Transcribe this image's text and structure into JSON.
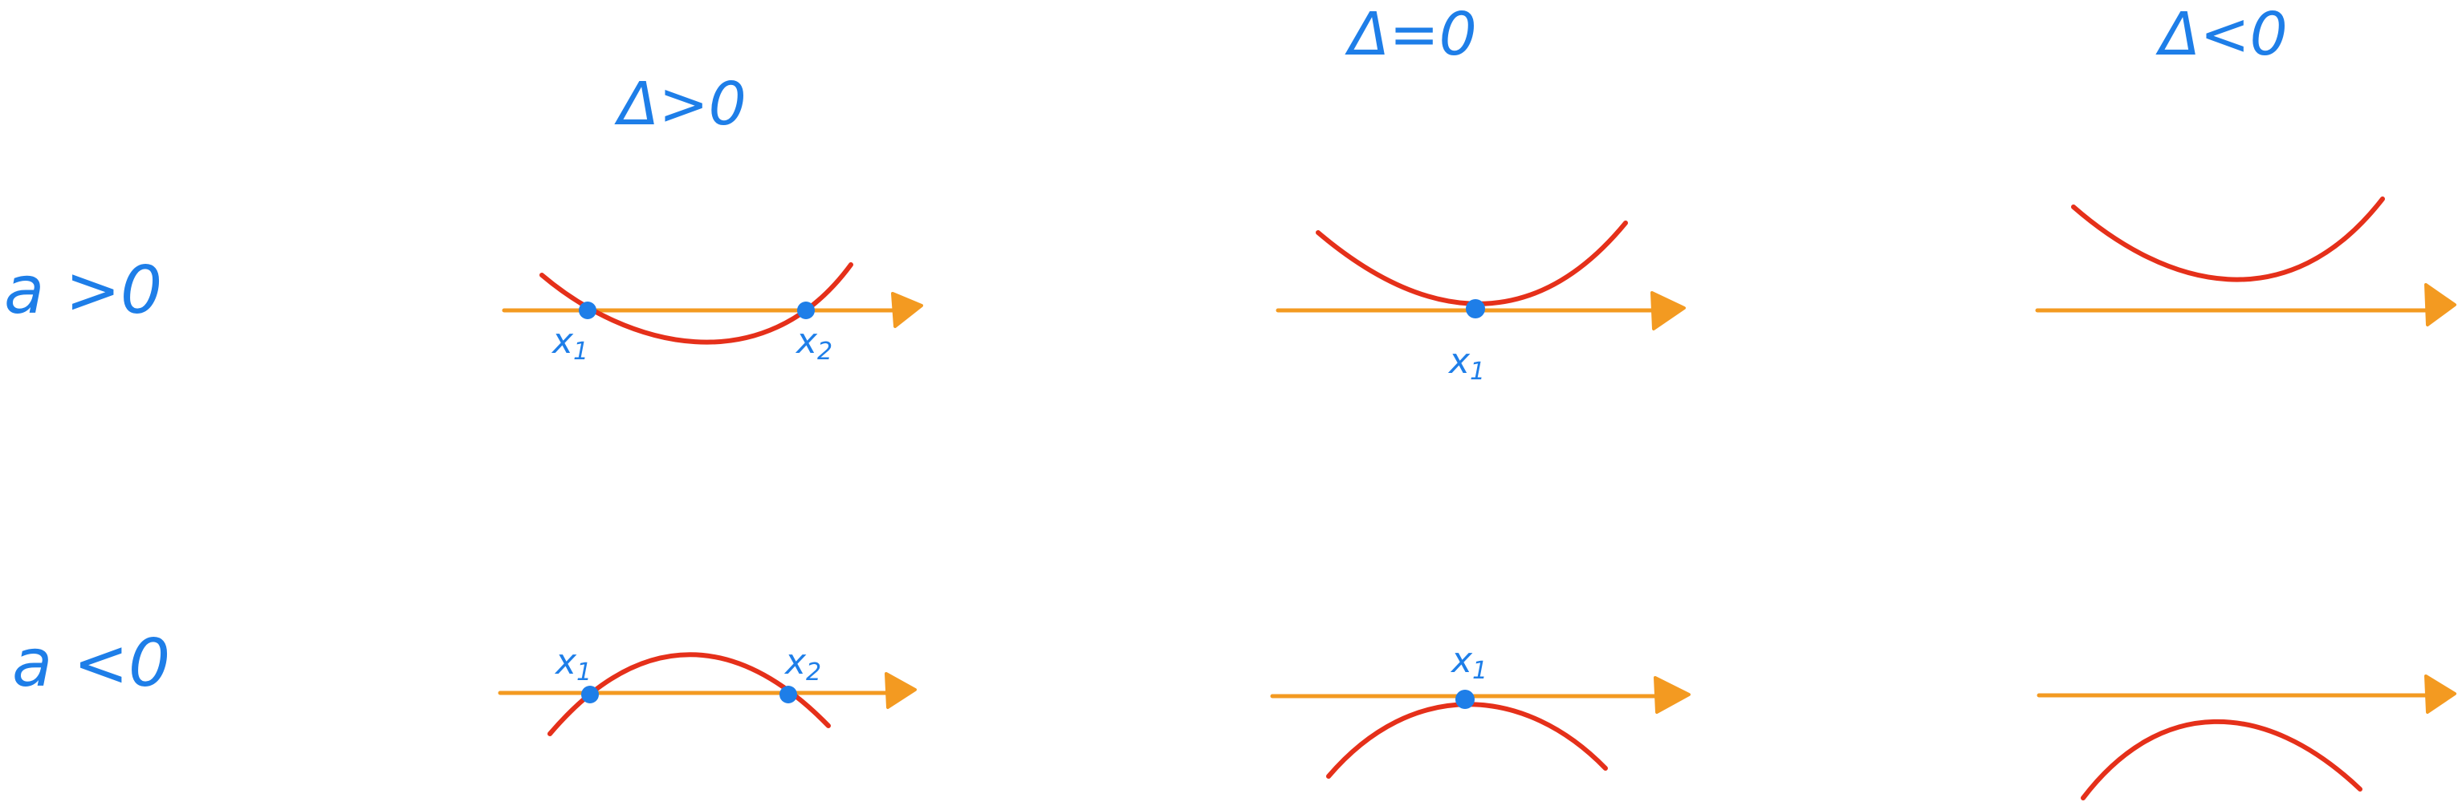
{
  "headers": {
    "delta_pos": "Δ>0",
    "delta_zero": "Δ=0",
    "delta_neg": "Δ<0"
  },
  "rows": {
    "a_pos": "a >0",
    "a_neg": "a <0"
  },
  "roots": {
    "x1": "x",
    "x1_sub": "1",
    "x2": "x",
    "x2_sub": "2"
  },
  "colors": {
    "ink": "#1e7ee8",
    "curve": "#e5301a",
    "axis": "#f39a21"
  },
  "cells": [
    {
      "row": "a_pos",
      "col": "delta_pos",
      "curve": "opens-up",
      "roots": [
        "x1",
        "x2"
      ]
    },
    {
      "row": "a_pos",
      "col": "delta_zero",
      "curve": "opens-up",
      "roots": [
        "x1"
      ]
    },
    {
      "row": "a_pos",
      "col": "delta_neg",
      "curve": "opens-up",
      "roots": []
    },
    {
      "row": "a_neg",
      "col": "delta_pos",
      "curve": "opens-down",
      "roots": [
        "x1",
        "x2"
      ]
    },
    {
      "row": "a_neg",
      "col": "delta_zero",
      "curve": "opens-down",
      "roots": [
        "x1"
      ]
    },
    {
      "row": "a_neg",
      "col": "delta_neg",
      "curve": "opens-down",
      "roots": []
    }
  ]
}
